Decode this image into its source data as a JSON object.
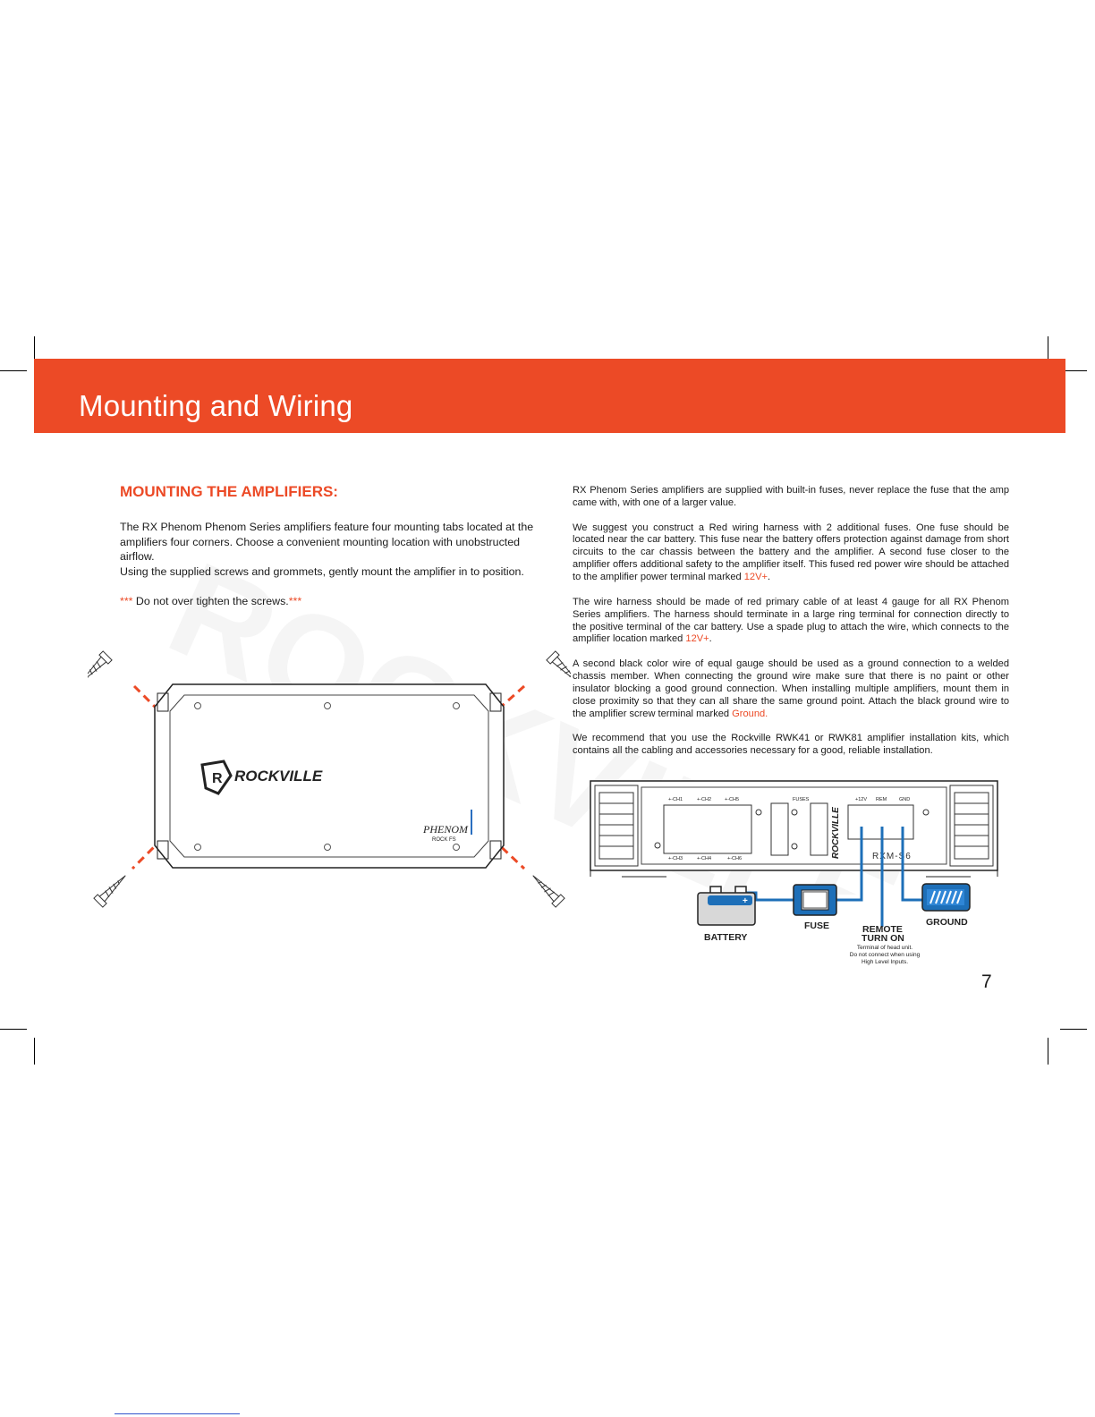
{
  "header": {
    "title": "Mounting and Wiring"
  },
  "mounting": {
    "title": "MOUNTING THE AMPLIFIERS:",
    "paragraph1": "The RX Phenom Phenom Series amplifiers feature four mounting tabs located at the amplifiers four corners. Choose a convenient mounting location with unobstructed airflow.",
    "paragraph2": "Using the supplied screws and grommets, gently mount the amplifier in to position.",
    "note_stars_open": "***",
    "note_text": " Do not over tighten the screws.",
    "note_stars_close": "***"
  },
  "wiring": {
    "p1": "RX Phenom Series amplifiers are supplied with built-in fuses, never replace the fuse that the amp came with, with one of a larger value.",
    "p2": "We suggest you construct a Red wiring harness with 2 additional fuses. One fuse should be located near the car battery. This fuse near the battery offers protection against damage from short circuits to the car chassis between the battery and the amplifier. A second fuse closer to the amplifier offers additional safety to the amplifier itself. This fused red power wire should be attached to the amplifier power terminal marked ",
    "p2_highlight": "12V+",
    "p2_end": ".",
    "p3": "The wire harness should be made of red primary cable of at least 4 gauge for all RX Phenom Series amplifiers. The harness should terminate in a large ring terminal for connection directly to the positive terminal of the car battery. Use a spade plug to attach the wire, which connects to the amplifier location marked ",
    "p3_highlight": "12V+",
    "p3_end": ".",
    "p4": "A second black color wire of equal gauge should be used as a ground connection to a welded chassis member. When connecting the ground wire make sure that there is no paint or other insulator blocking a good ground connection. When installing multiple amplifiers, mount them in close proximity so that they can all share the same ground point. Attach the black ground wire to the amplifier screw terminal marked ",
    "p4_highlight": "Ground.",
    "p5": "We recommend that you use the Rockville RWK41 or RWK81 amplifier installation kits, which contains all the cabling and accessories necessary for a good, reliable installation."
  },
  "amp_top_view": {
    "brand": "ROCKVILLE",
    "badge_line1": "PHENOM",
    "badge_line2": "ROCK FS"
  },
  "wiring_diagram": {
    "channel_labels_top": [
      "+-CH1",
      "+-CH2",
      "+-CH5"
    ],
    "channel_labels_bottom": [
      "+-CH3",
      "+-CH4",
      "+-CH6"
    ],
    "fuses_label": "FUSES",
    "terminal_labels": [
      "+12V",
      "REM",
      "GND"
    ],
    "brand_vertical": "ROCKVILLE",
    "model": "RXM-S6",
    "battery_label": "BATTERY",
    "battery_plus": "+",
    "fuse_label": "FUSE",
    "remote_label_line1": "REMOTE",
    "remote_label_line2": "TURN ON",
    "remote_note_line1": "Terminal of head unit.",
    "remote_note_line2": "Do not connect when using",
    "remote_note_line3": "High Level Inputs.",
    "ground_label": "GROUND"
  },
  "colors": {
    "accent": "#ec4a26",
    "wire": "#1d6fb8"
  },
  "page_number": "7"
}
